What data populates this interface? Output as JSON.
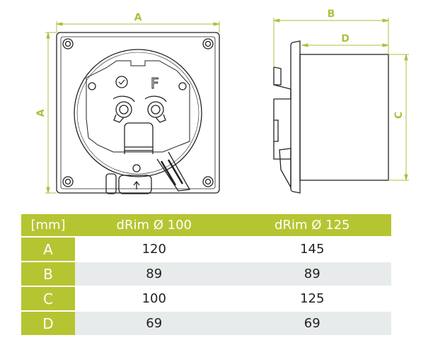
{
  "diagram": {
    "front_view": {
      "width_label": "A",
      "height_label": "A",
      "knob_letter": "F"
    },
    "side_view": {
      "overall_depth_label": "B",
      "body_depth_label": "D",
      "body_height_label": "C"
    },
    "colors": {
      "accent": "#b5c532",
      "dimension_line": "#a9c23f",
      "row_alt": "#e8ebec"
    }
  },
  "table": {
    "headers": [
      "[mm]",
      "dRim Ø 100",
      "dRim Ø 125"
    ],
    "rows": [
      {
        "key": "A",
        "values": [
          "120",
          "145"
        ]
      },
      {
        "key": "B",
        "values": [
          "89",
          "89"
        ]
      },
      {
        "key": "C",
        "values": [
          "100",
          "125"
        ]
      },
      {
        "key": "D",
        "values": [
          "69",
          "69"
        ]
      }
    ]
  }
}
